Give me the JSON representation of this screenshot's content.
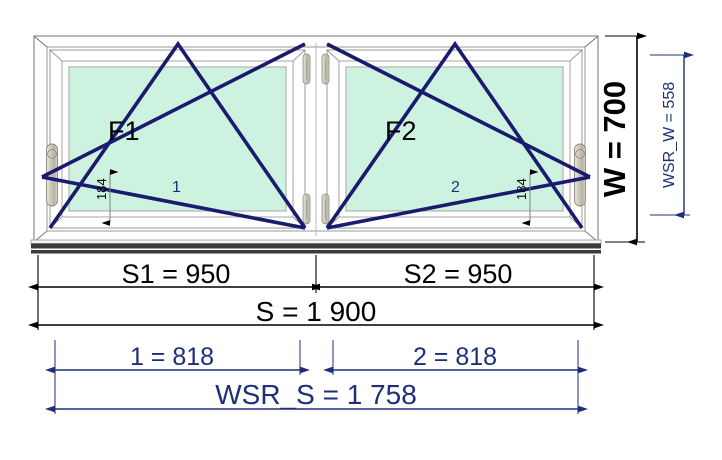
{
  "drawing": {
    "title": "Two-sash tilt-turn window elevation with dimensions",
    "colors": {
      "glass": "#cdf2e0",
      "frame_white": "#ffffff",
      "frame_line": "#8d8d8d",
      "frame_line_dark": "#555555",
      "sash_symbol": "#1a1a6e",
      "dim_black": "#000000",
      "dim_blue": "#1d2f7a",
      "sill_dark": "#3a3a3a",
      "hardware": "#c9c6b8"
    }
  },
  "sashes": [
    {
      "frame_label": "F1",
      "sash_number": "1",
      "offset_label": "184"
    },
    {
      "frame_label": "F2",
      "sash_number": "2",
      "offset_label": "184"
    }
  ],
  "dimensions": {
    "horizontal": {
      "sash_widths": [
        {
          "label": "S1 = 950",
          "color": "#000000"
        },
        {
          "label": "S2 = 950",
          "color": "#000000"
        }
      ],
      "total": {
        "label": "S = 1 900",
        "color": "#000000"
      },
      "clear_widths": [
        {
          "label": "1 = 818",
          "color": "#1d2f7a"
        },
        {
          "label": "2 = 818",
          "color": "#1d2f7a"
        }
      ],
      "clear_total": {
        "label": "WSR_S = 1 758",
        "color": "#1d2f7a"
      }
    },
    "vertical": {
      "total": {
        "label": "W = 700",
        "color": "#000000"
      },
      "clear": {
        "label": "WSR_W = 558",
        "color": "#1d2f7a"
      }
    }
  },
  "hardware": {
    "handles": [
      "handle-left-sash",
      "handle-right-sash"
    ],
    "hinges": [
      "hinge-left-top",
      "hinge-left-bottom",
      "hinge-right-top",
      "hinge-right-bottom"
    ]
  }
}
